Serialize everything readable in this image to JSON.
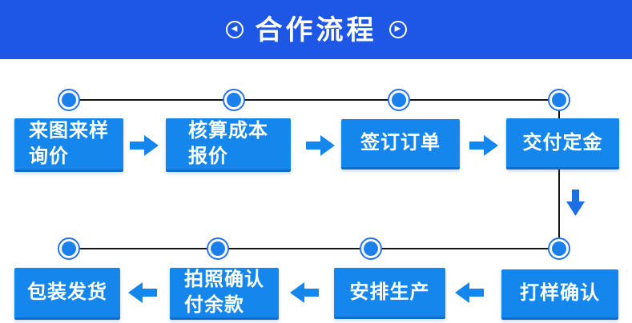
{
  "header": {
    "title": "合作流程",
    "left_icon_glyph": "◀",
    "right_icon_glyph": "▶"
  },
  "steps": [
    {
      "name": "inquiry-with-drawings",
      "text": "来图来样\n询价"
    },
    {
      "name": "cost-calculation-quote",
      "text": "核算成本\n报价"
    },
    {
      "name": "sign-order",
      "text": "签订订单"
    },
    {
      "name": "pay-deposit",
      "text": "交付定金"
    },
    {
      "name": "sample-confirmation",
      "text": "打样确认"
    },
    {
      "name": "arrange-production",
      "text": "安排生产"
    },
    {
      "name": "photo-confirm-balance",
      "text": "拍照确认\n付余款"
    },
    {
      "name": "pack-and-ship",
      "text": "包装发货"
    }
  ],
  "colors": {
    "header_bg": "#1e57e5",
    "box_bg": "#1486ec",
    "box_bottom_edge": "#0d6ecf",
    "arrow": "#1486ec",
    "down_arrow": "#1d6fe3",
    "node_fill": "#1b80ea",
    "node_ring": "#2a72e8",
    "connector_line": "#141414",
    "text": "#ffffff"
  }
}
